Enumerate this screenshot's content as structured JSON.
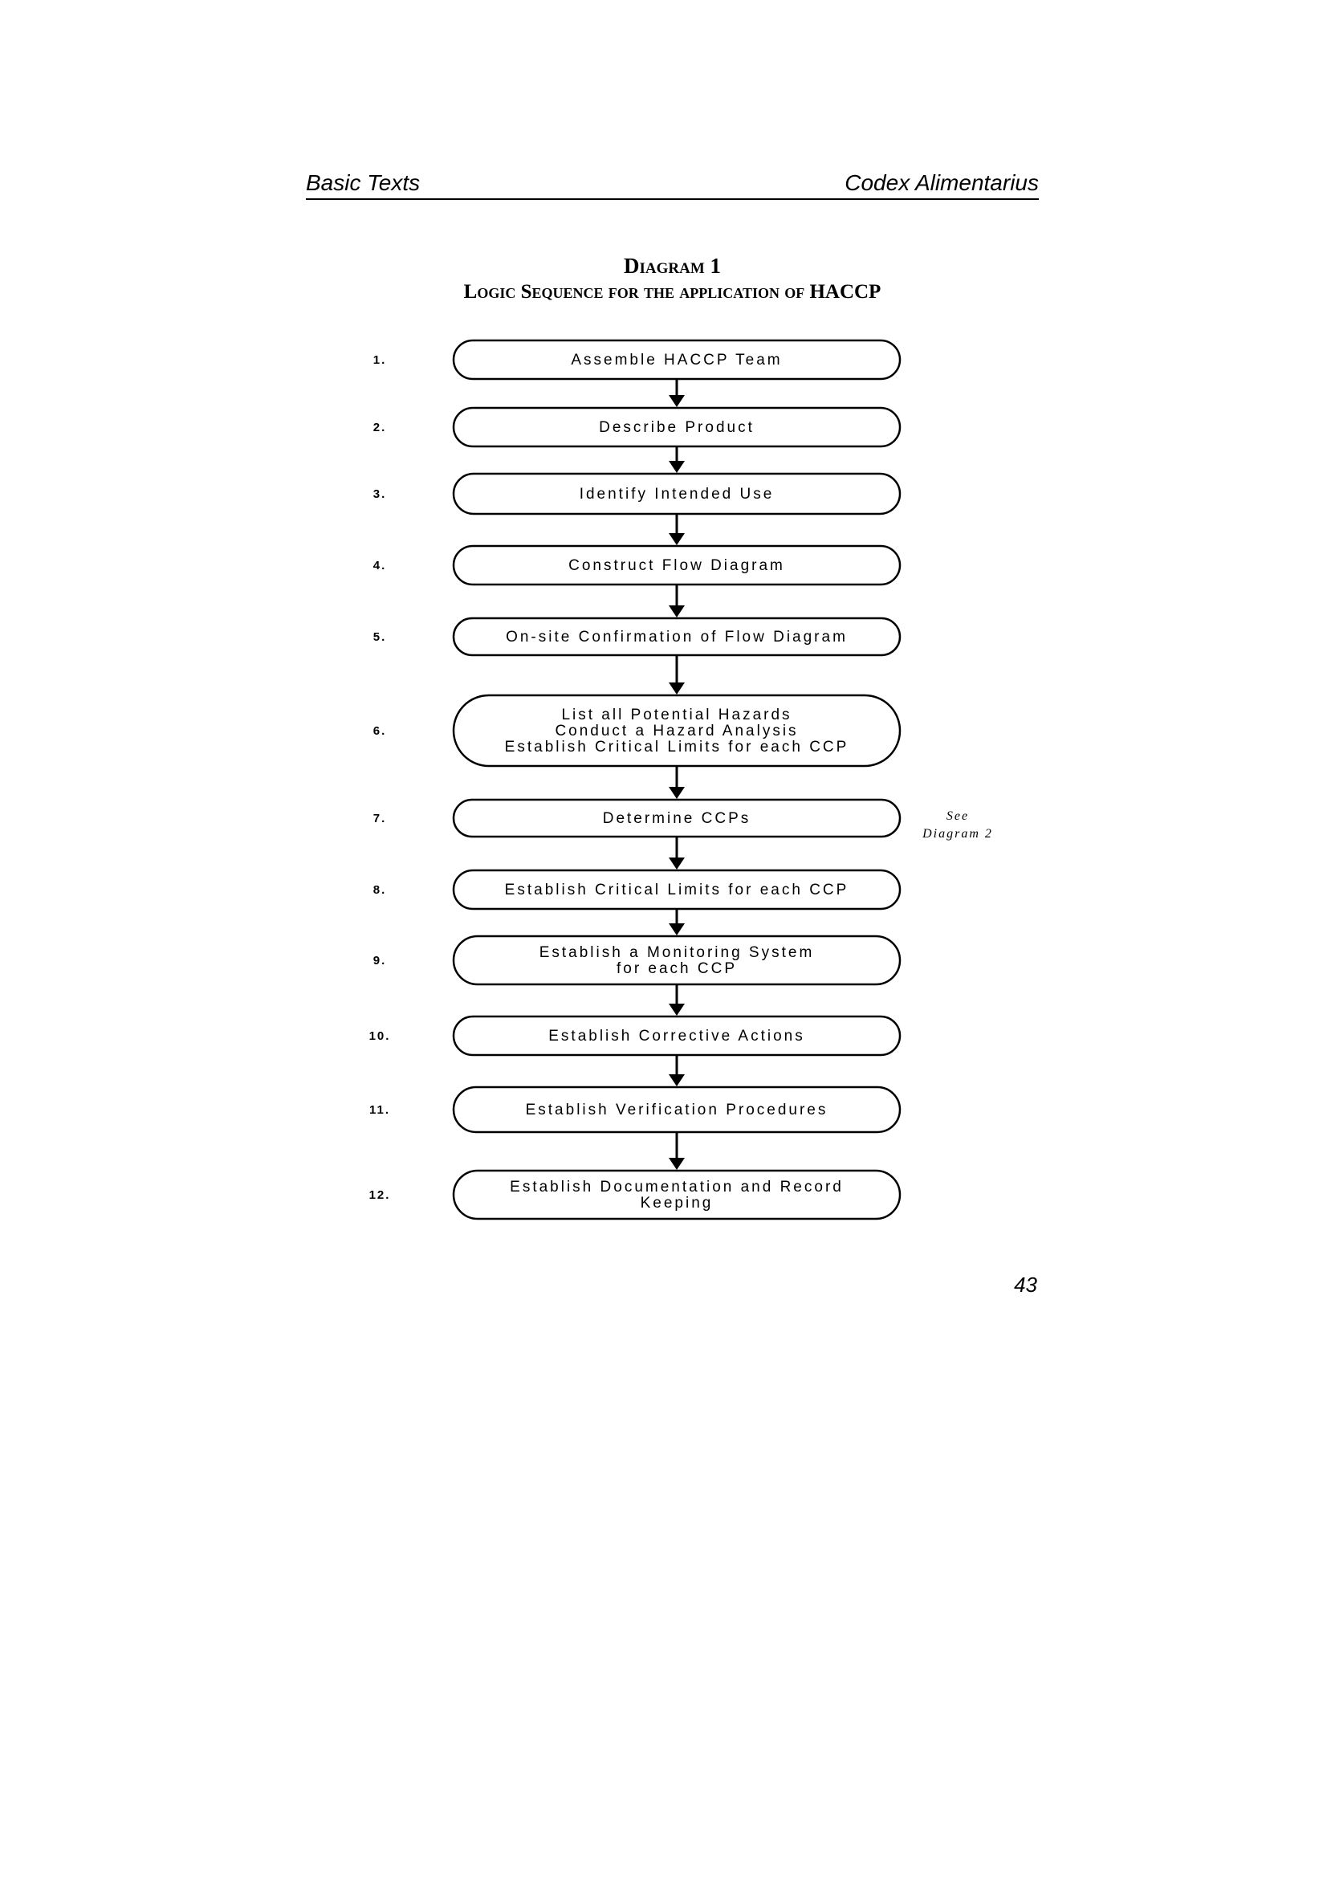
{
  "header": {
    "left": "Basic Texts",
    "right": "Codex Alimentarius"
  },
  "diagram": {
    "title": "Diagram 1",
    "subtitle": "Logic Sequence for the application of HACCP",
    "steps": [
      {
        "number": "1.",
        "lines": [
          "Assemble HACCP Team"
        ]
      },
      {
        "number": "2.",
        "lines": [
          "Describe Product"
        ]
      },
      {
        "number": "3.",
        "lines": [
          "Identify Intended Use"
        ]
      },
      {
        "number": "4.",
        "lines": [
          "Construct Flow Diagram"
        ]
      },
      {
        "number": "5.",
        "lines": [
          "On-site Confirmation of Flow Diagram"
        ]
      },
      {
        "number": "6.",
        "lines": [
          "List all Potential Hazards",
          "Conduct a Hazard Analysis",
          "Establish Critical Limits for each CCP"
        ]
      },
      {
        "number": "7.",
        "lines": [
          "Determine CCPs"
        ]
      },
      {
        "number": "8.",
        "lines": [
          "Establish Critical Limits for each CCP"
        ]
      },
      {
        "number": "9.",
        "lines": [
          "Establish a Monitoring System",
          "for each CCP"
        ]
      },
      {
        "number": "10.",
        "lines": [
          "Establish Corrective Actions"
        ]
      },
      {
        "number": "11.",
        "lines": [
          "Establish Verification Procedures"
        ]
      },
      {
        "number": "12.",
        "lines": [
          "Establish Documentation and Record",
          "Keeping"
        ]
      }
    ],
    "side_note": [
      "See",
      "Diagram 2"
    ]
  },
  "footer": {
    "page_number": "43"
  }
}
